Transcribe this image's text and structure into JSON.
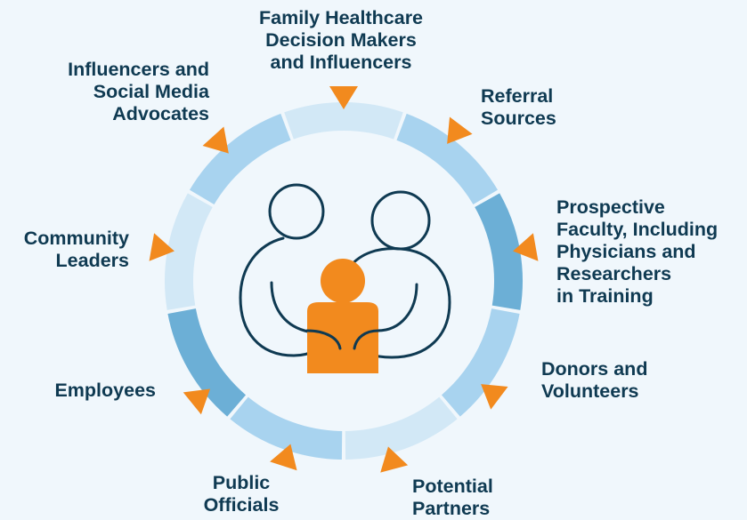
{
  "colors": {
    "background": "#f0f7fc",
    "segment_light": "#d2e8f6",
    "segment_medium": "#a8d3ef",
    "segment_dark": "#6cafd6",
    "arrow": "#f28a1e",
    "figure_outline": "#0f3a52",
    "figure_center": "#f28a1e",
    "label_text": "#0f3a52"
  },
  "icons": {
    "center": "family-group-icon",
    "arrow": "triangle-pointer-icon"
  },
  "labels": {
    "family": "Family Healthcare\nDecision Makers\nand Influencers",
    "referral": "Referral\nSources",
    "faculty": "Prospective\nFaculty, Including\nPhysicians and\nResearchers\nin Training",
    "donors": "Donors and\nVolunteers",
    "partners": "Potential\nPartners",
    "officials": "Public\nOfficials",
    "employees": "Employees",
    "community": "Community\nLeaders",
    "influencers": "Influencers and\nSocial Media\nAdvocates"
  }
}
